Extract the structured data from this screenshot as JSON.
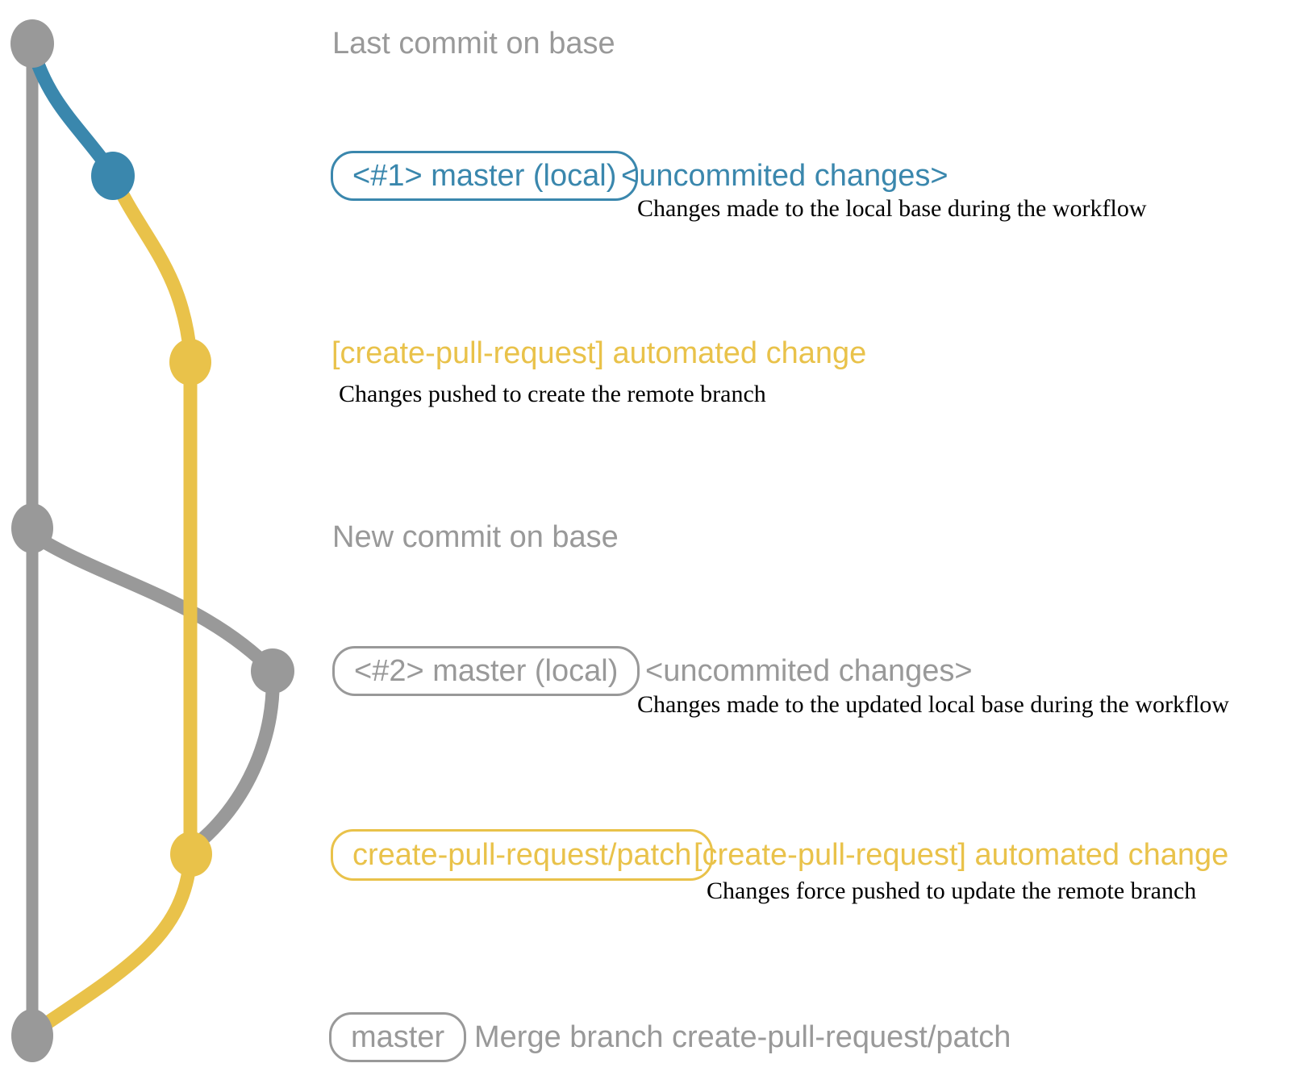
{
  "colors": {
    "gray": "#999999",
    "blue": "#3a87ad",
    "yellow": "#e9c24a",
    "ink": "#000000"
  },
  "annotations": {
    "row1": {
      "label": "Last commit on base"
    },
    "row2": {
      "badge": "<#1> master (local)",
      "side": "<uncommited changes>",
      "caption": "Changes made to the local base during the workflow"
    },
    "row3": {
      "label": "[create-pull-request] automated change",
      "caption": "Changes pushed to create the remote branch"
    },
    "row4": {
      "label": "New commit on base"
    },
    "row5": {
      "badge": "<#2> master (local)",
      "side": "<uncommited changes>",
      "caption": "Changes made to the updated local base during the workflow"
    },
    "row6": {
      "badge": "create-pull-request/patch",
      "side": "[create-pull-request] automated change",
      "caption": "Changes force pushed to update the remote branch"
    },
    "row7": {
      "badge": "master",
      "side": "Merge branch create-pull-request/patch"
    }
  }
}
